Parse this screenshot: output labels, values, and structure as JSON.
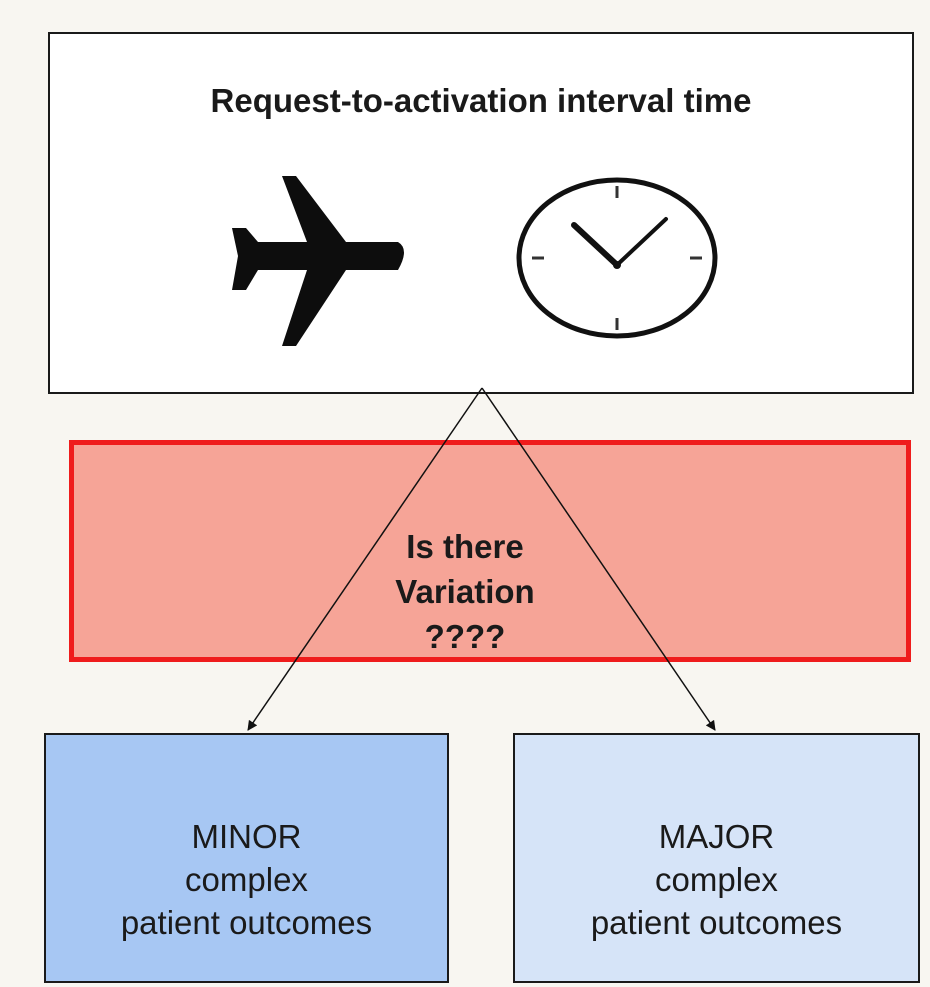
{
  "top": {
    "title": "Request-to-activation interval time",
    "icons": [
      "airplane-icon",
      "clock-icon"
    ]
  },
  "question": {
    "line1": "Is there",
    "line2": "Variation",
    "line3": "????"
  },
  "minor": {
    "line1": "MINOR",
    "line2": "complex",
    "line3": "patient outcomes"
  },
  "major": {
    "line1": "MAJOR",
    "line2": "complex",
    "line3": "patient outcomes"
  },
  "colors": {
    "highlight_fill": "#f6a497",
    "highlight_border": "#ef1c1c",
    "minor_fill": "#a7c7f3",
    "major_fill": "#d6e4f8"
  }
}
